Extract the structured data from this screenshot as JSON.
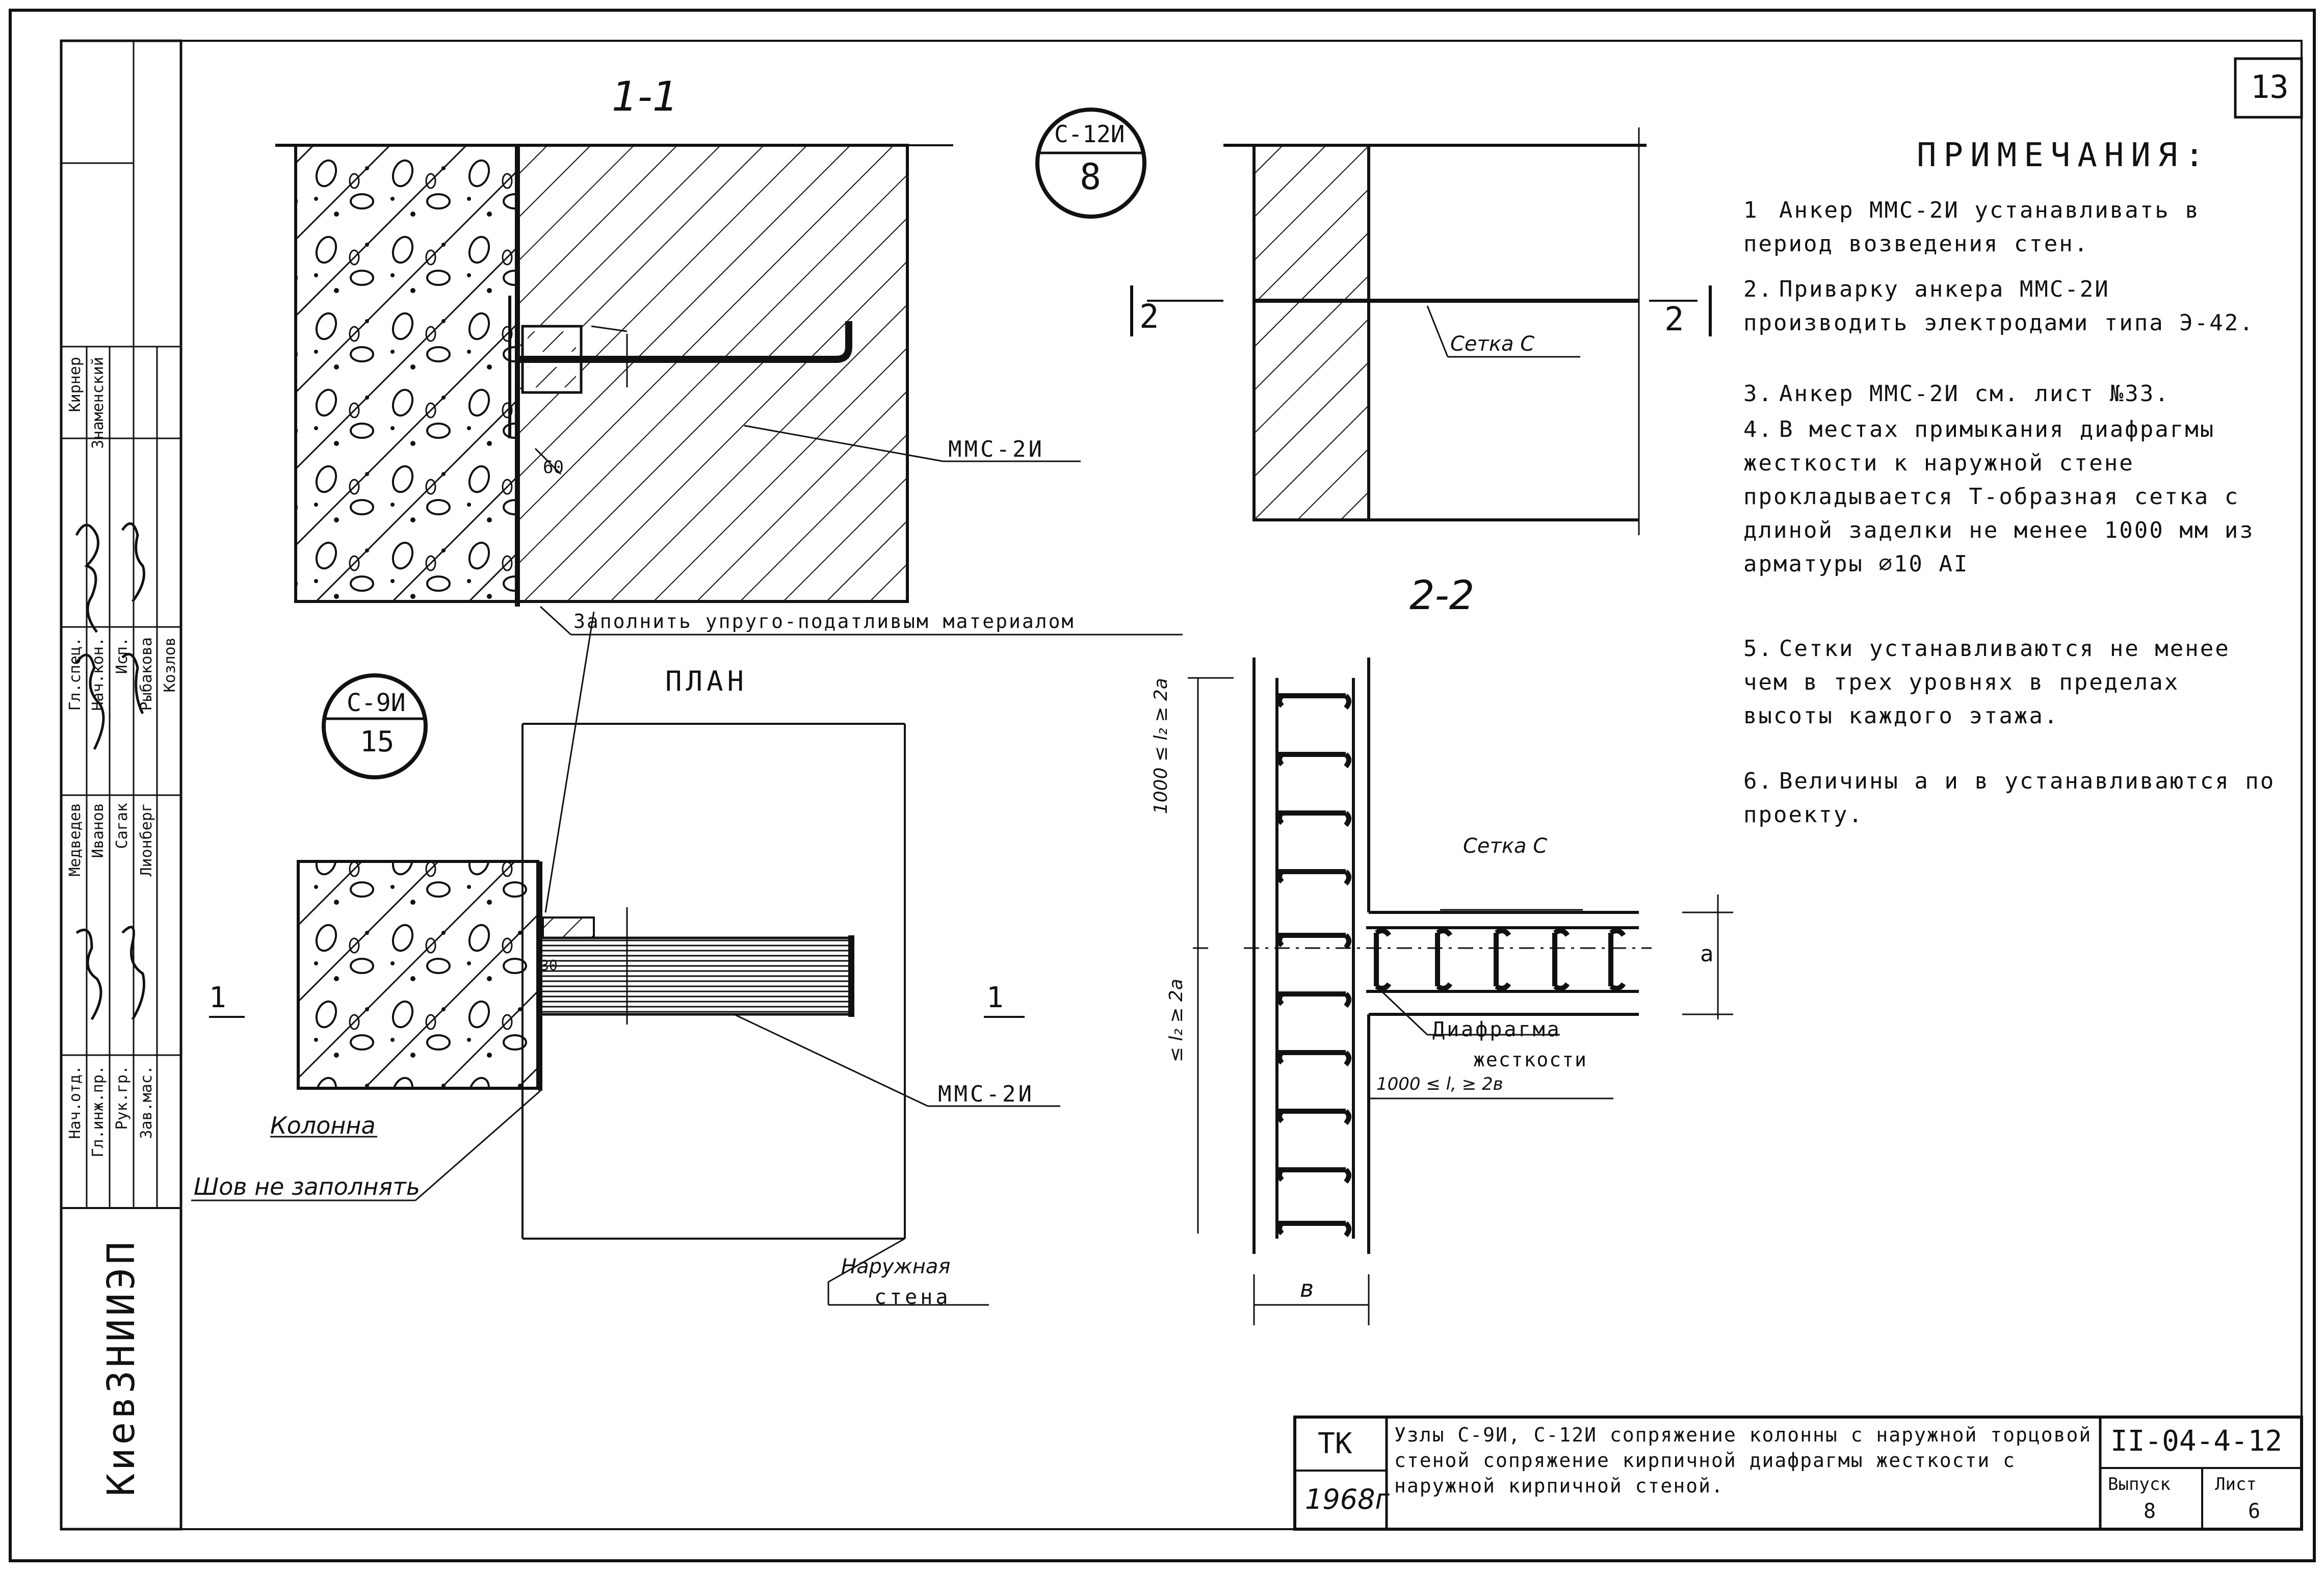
{
  "sheet_number": "13",
  "notes": {
    "title": "ПРИМЕЧАНИЯ:",
    "items": [
      {
        "num": "1",
        "text": "Анкер ММС-2И устанавливать в период возведения стен."
      },
      {
        "num": "2.",
        "text": "Приварку анкера ММС-2И производить электродами типа Э-42."
      },
      {
        "num": "3.",
        "text": "Анкер ММС-2И см. лист №33."
      },
      {
        "num": "4.",
        "text": "В местах примыкания диафрагмы жесткости к наружной стене прокладывается Т-образная сетка с длиной заделки не менее 1000 мм из арматуры ∅10 АI"
      },
      {
        "num": "5.",
        "text": "Сетки устанавливаются не менее чем в трех уровнях в пределах высоты каждого этажа."
      },
      {
        "num": "6.",
        "text": "Величины а и в устанавливаются по проекту."
      }
    ]
  },
  "labels": {
    "section_1": "1-1",
    "section_2": "2-2",
    "plan": "ПЛАН",
    "node_top": "С-12И",
    "node_top_num": "8",
    "node_left": "С-9И",
    "node_left_num": "15",
    "mms_top": "ММС-2И",
    "mms_plan": "ММС-2И",
    "fill": "Заполнить упруго-податливым материалом",
    "column": "Колонна",
    "seam": "Шов не заполнять",
    "outer_wall_1": "Наружная",
    "outer_wall_2": "стена",
    "mesh_top": "Сетка С",
    "mesh_22": "Сетка С",
    "diaphragm_1": "Диафрагма",
    "diaphragm_2": "жесткости",
    "dim_60": "60",
    "dim_1000_vert": "1000 ≤ l₂ ≥ 2а",
    "dim_lower_vert": "≤ l₂ ≥ 2а",
    "dim_horiz": "1000 ≤ l, ≥ 2в",
    "dim_a": "а",
    "dim_b": "в",
    "cut_2_left": "2",
    "cut_2_right": "2",
    "cut_1_left": "1",
    "cut_1_right": "1",
    "small_30": "30"
  },
  "sidebar": {
    "org": "КиевЗНИИЭП",
    "roles": [
      "Нач.отд.",
      "Гл.инж.пр.",
      "Рук.гр.",
      "Зав.мас.",
      "Гл.спец.",
      "Нач.кон.",
      "Исп."
    ],
    "names": [
      "Медведев",
      "Иванов",
      "Сагак",
      "Лионберг",
      "Рыбакова",
      "Козлов",
      "Кирнер",
      "Знаменский"
    ]
  },
  "title_block": {
    "series": "ТК",
    "year": "1968г",
    "description": "Узлы С-9И, С-12И сопряжение колонны с наружной торцовой стеной сопряжение кирпичной диафрагмы жесткости с наружной кирпичной стеной.",
    "code": "II-04-4-12",
    "issue_label": "Выпуск",
    "issue": "8",
    "sheet_label": "Лист",
    "sheet": "6"
  }
}
